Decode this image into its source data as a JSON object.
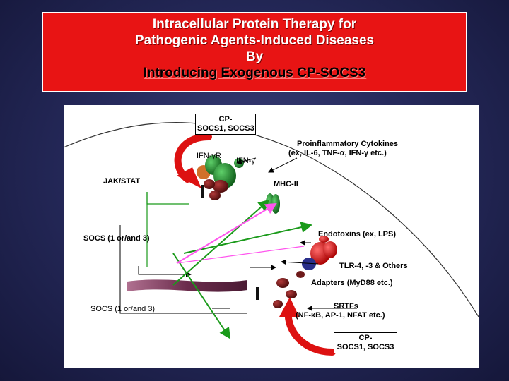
{
  "title": {
    "line1": "Intracellular Protein Therapy for",
    "line2": "Pathogenic Agents-Induced Diseases",
    "line3": "By",
    "line4": "Introducing Exogenous CP-SOCS3"
  },
  "labels": {
    "cp_top_1": "CP-",
    "cp_top_2": "SOCS1, SOCS3",
    "ifn_r": "IFN-γR",
    "ifn": "IFN-γ",
    "proinflam_1": "Proinflammatory Cytokines",
    "proinflam_2": "(ex, IL-6, TNF-α, IFN-γ etc.)",
    "jak_stat": "JAK/STAT",
    "mhc": "MHC-II",
    "socs_upper": "SOCS (1 or/and 3)",
    "endotoxins": "Endotoxins (ex, LPS)",
    "tlr": "TLR-4, -3 & Others",
    "adapters": "Adapters (MyD88 etc.)",
    "socs_lower": "SOCS (1 or/and 3)",
    "srtfs_1": "SRTFs",
    "srtfs_2": "(NF-κB, AP-1, NFAT etc.)",
    "cp_bot_1": "CP-",
    "cp_bot_2": "SOCS1, SOCS3"
  },
  "colors": {
    "title_bg": "#e81414",
    "inhibit_arrow": "#dd1111",
    "green_line": "#1a9a1a",
    "magenta_line": "#ff55ee",
    "receptor_green": "#1f8a2a",
    "receptor_maroon": "#6e1a1a",
    "mhc_green": "#33cc33",
    "tlr_red": "#e21b1b",
    "tlr_blue": "#2a2f8a",
    "dna_purple": "#7a3a5c"
  }
}
